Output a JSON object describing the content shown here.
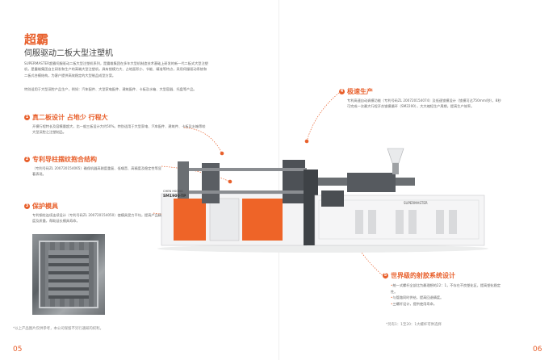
{
  "header": {
    "title": "超霸",
    "subtitle": "伺服驱动二板大型注塑机"
  },
  "intro": {
    "paragraph": "SUPERMASTER超霸伺服驱动二板大型注塑机系列，是震雄集团在多年大型机制造技术基础上研发的新一代二板式大型注塑机，是震雄集团自主研发和生产的高端大型注塑机，具有锁模力大、占地面积小、节能、精准等特点，采用伺服驱动系统和二板式合模结构，为客户提供高效稳定的大型制品成型方案。",
    "applications": "特别适用于大型深腔产品生产，例如：汽车配件、大型家电配件、建筑配件、卡板及水箱、大型容器、托盘等产品。"
  },
  "features": [
    {
      "num": "1",
      "title": "真二板设计 占地少 行程大",
      "text": "开模行程特长及容模量超大，比一般三板设计大约50%。特别适用于大型家电、汽车配件、建筑件、卡板及水箱等较大型深腔之注塑制品。"
    },
    {
      "num": "2",
      "title": "专利导柱摆纹抱合结构",
      "text": "（专利号码ZL 200720154065）确保机器高刚度重复、低噪音、高精度及稳定性等显著表现。"
    },
    {
      "num": "3",
      "title": "保护模具",
      "text": "专利钢柱连续连续设计（专利号码ZL 200720154050）使模具受力平均，提高产品精度及质量，帮助延长模具寿命。"
    },
    {
      "num": "4",
      "title": "极速生产",
      "text": "专利高速自动调模功能（专利号码ZL 200720154074）及低速锁模设计（锁模可达750mm/秒），8秒可完成一次最大行程开合锁模循环（SM2200），大大缩短生产周期，提高生产效率。"
    },
    {
      "num": "5",
      "title": "世界级的射胶系统设计",
      "items": [
        "统一式螺杆全部比为最理想的22：1，不存在不良塑化区，提高塑化稳定性。",
        "与管路同时供给，提高回退精度。",
        "三螺杆设计，提供使用寿命。"
      ]
    }
  ],
  "machine": {
    "model": "SM1900-TP",
    "brand_text": "SUPERMASTER",
    "logo_text": "CHEN HSONG"
  },
  "footnotes": {
    "left": "*以上产品图片仅供参考，本公司保留不另行通知的权利。",
    "right": "*另有1：1至20：1大螺杆可供选择"
  },
  "pages": {
    "left": "05",
    "right": "06"
  },
  "colors": {
    "accent": "#e8602c",
    "machine_grey": "#5a5e63",
    "machine_light": "#e9eaec"
  }
}
